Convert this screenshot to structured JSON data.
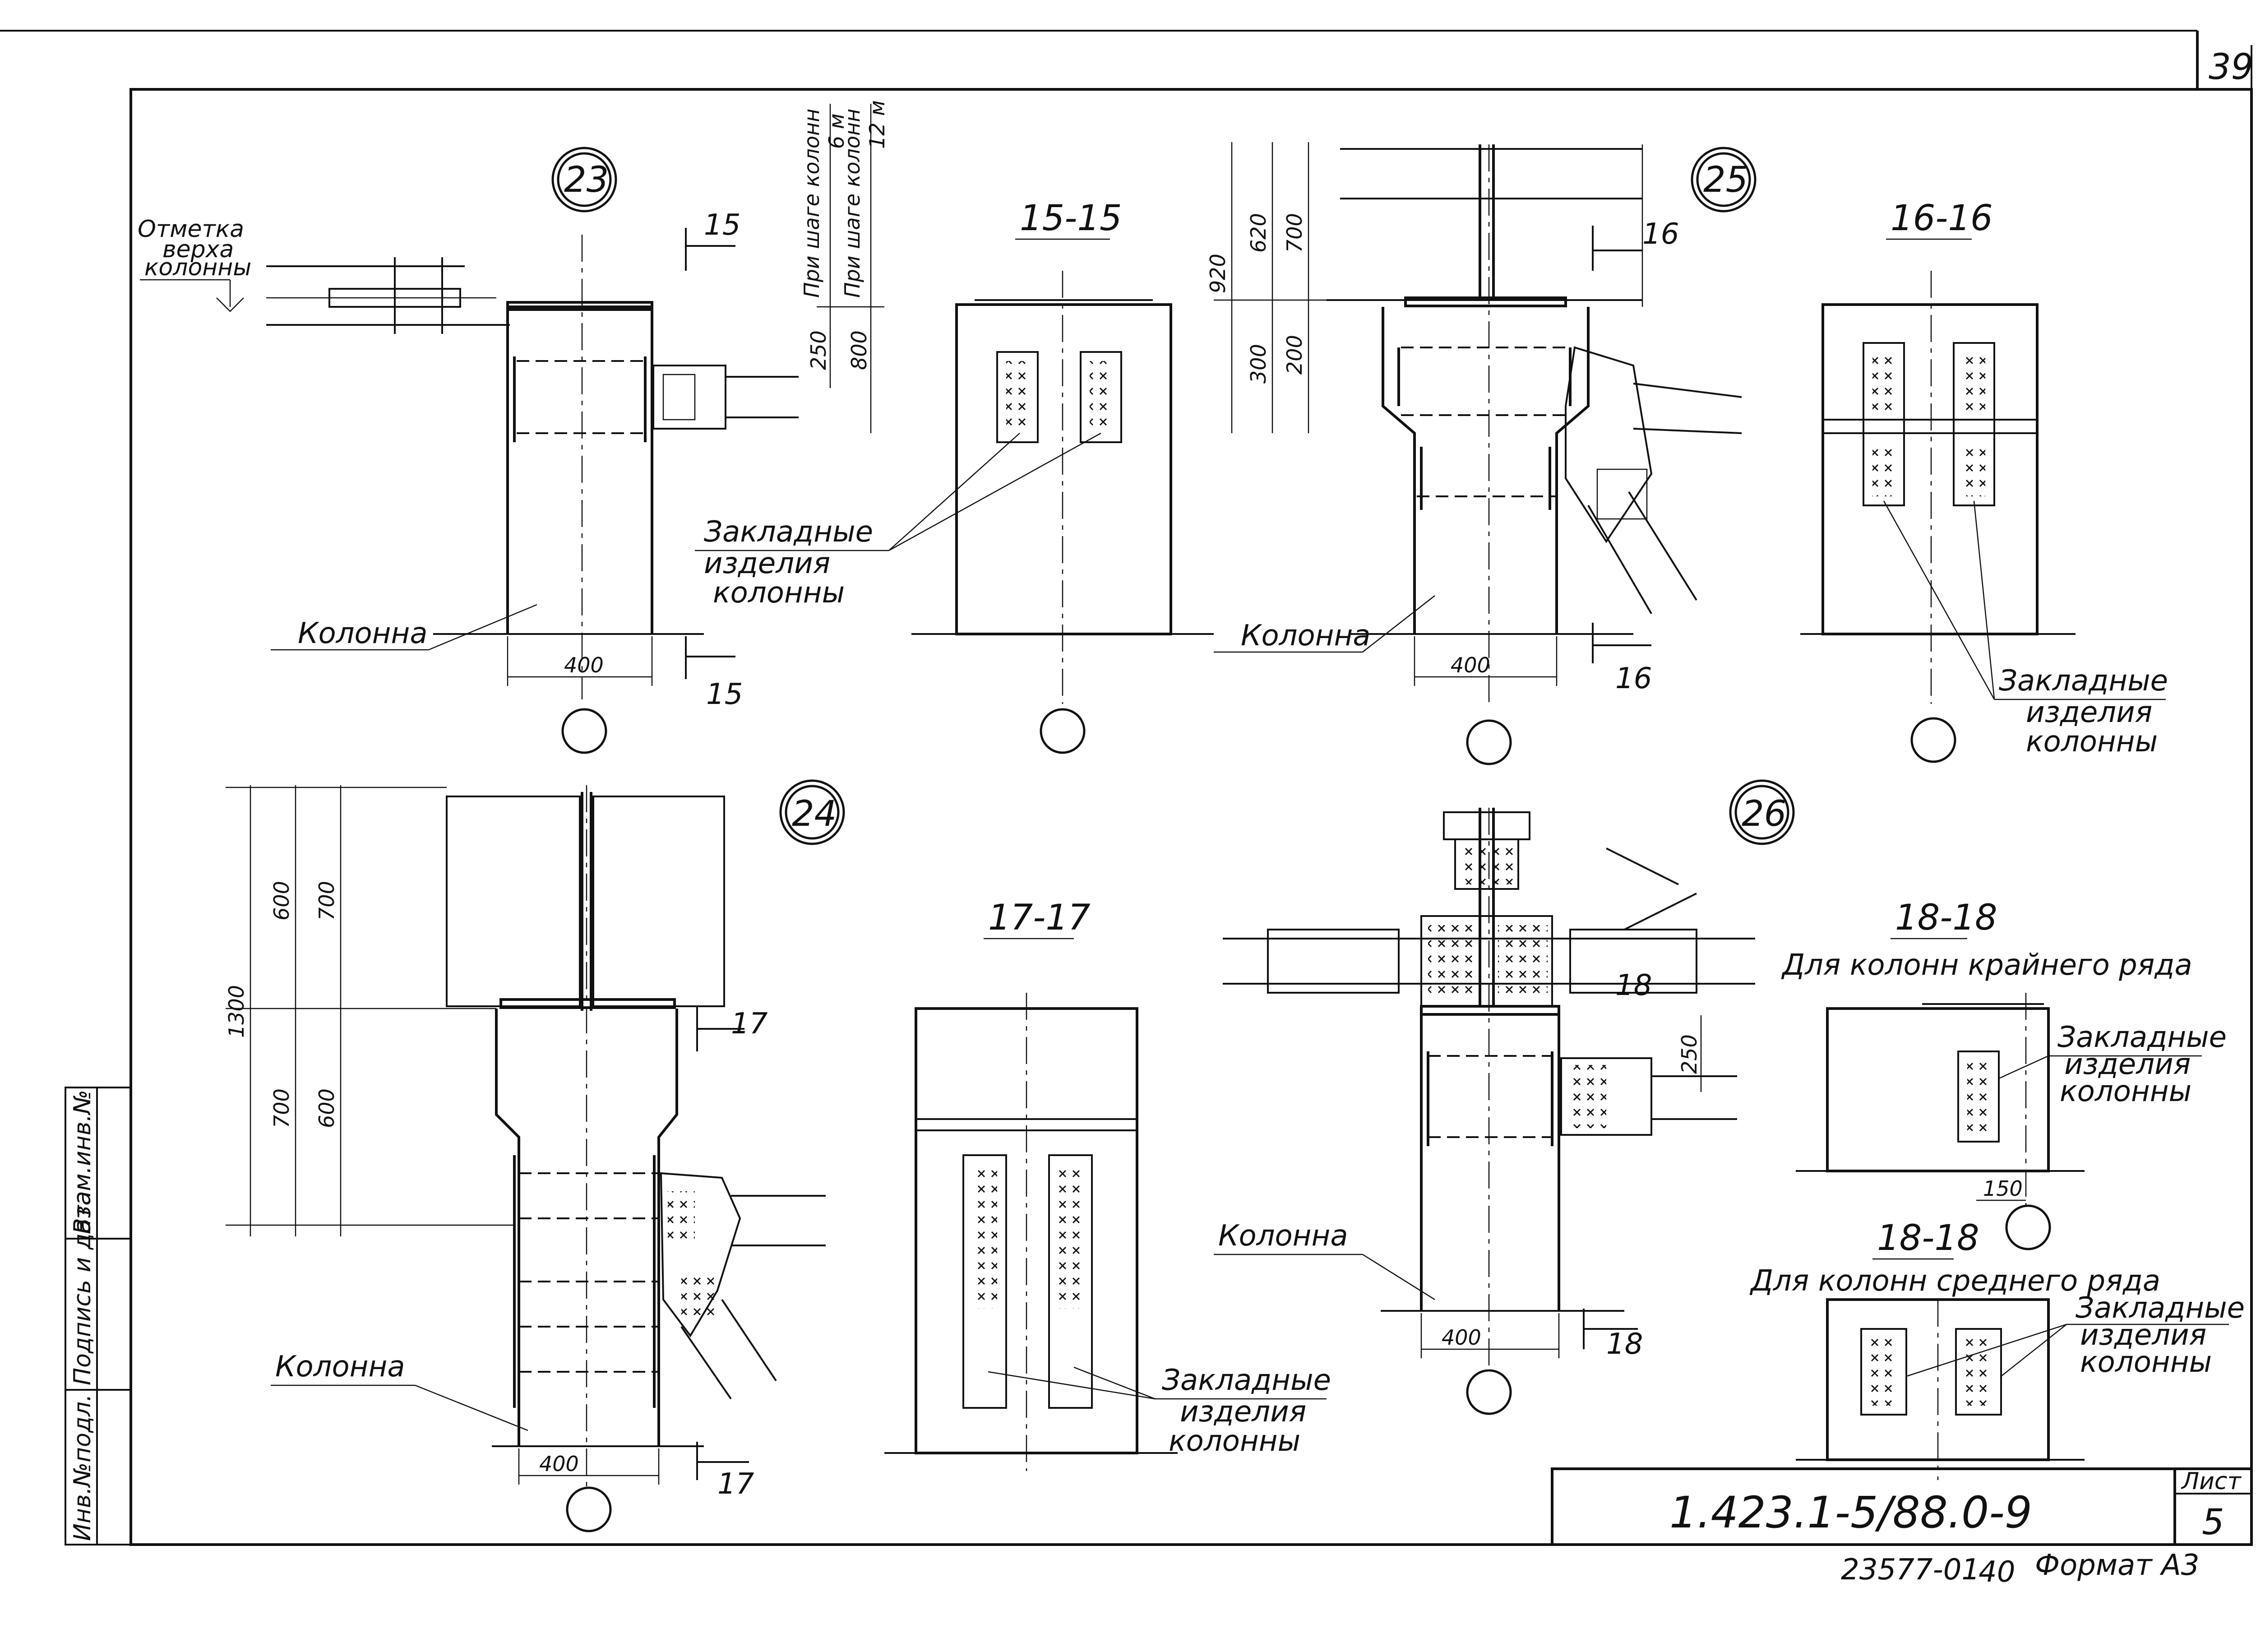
{
  "sheet": {
    "corner_page": "39",
    "doc_code": "1.423.1-5/88.0-9",
    "sheet_label": "Лист",
    "sheet_number": "5",
    "footer_code": "23577-01",
    "footer_num": "40",
    "format": "Формат А3"
  },
  "side_stamp": {
    "col1": "Инв.№подл.",
    "col2": "Подпись и дата",
    "col3": "Взам.инв.№"
  },
  "node23": {
    "number": "23",
    "elevation_note": [
      "Отметка",
      "верха",
      "колонны"
    ],
    "column_label": "Колонна",
    "dims": [
      "400",
      "250",
      "800"
    ],
    "pitch_6": [
      "При шаге колонн",
      "6 м"
    ],
    "pitch_12": [
      "При шаге колонн",
      "12 м"
    ],
    "cut_top": "15",
    "cut_bottom": "15"
  },
  "sec15": {
    "title": "15-15",
    "embed_label": [
      "Закладные",
      "изделия",
      "колонны"
    ]
  },
  "node25": {
    "number": "25",
    "column_label": "Колонна",
    "dims": [
      "920",
      "300",
      "620",
      "700",
      "200",
      "400"
    ],
    "cut_top": "16",
    "cut_bottom": "16"
  },
  "sec16": {
    "title": "16-16",
    "embed_label": [
      "Закладные",
      "изделия",
      "колонны"
    ]
  },
  "node24": {
    "number": "24",
    "column_label": "Колонна",
    "dims": [
      "1300",
      "600",
      "700",
      "700",
      "600",
      "400"
    ],
    "cut_top": "17",
    "cut_bottom": "17"
  },
  "sec17": {
    "title": "17-17",
    "embed_label": [
      "Закладные",
      "изделия",
      "колонны"
    ]
  },
  "node26": {
    "number": "26",
    "column_label": "Колонна",
    "dims": [
      "250",
      "400"
    ],
    "cut_top": "18",
    "cut_bottom": "18"
  },
  "sec18a": {
    "title": "18-18",
    "subtitle": "Для колонн крайнего ряда",
    "embed_label": [
      "Закладные",
      "изделия",
      "колонны"
    ],
    "dim": "150"
  },
  "sec18b": {
    "title": "18-18",
    "subtitle": "Для колонн среднего ряда",
    "embed_label": [
      "Закладные",
      "изделия",
      "колонны"
    ]
  }
}
